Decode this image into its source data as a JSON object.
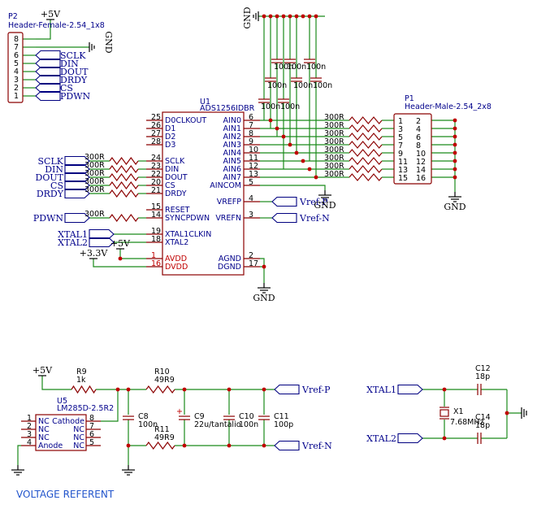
{
  "p2": {
    "ref": "P2",
    "value": "Header-Female-2.54_1x8",
    "pins": [
      "8",
      "7",
      "6",
      "5",
      "4",
      "3",
      "2",
      "1"
    ],
    "labels": [
      "SCLK",
      "DIN",
      "DOUT",
      "DRDY",
      "CS",
      "PDWN"
    ],
    "supply": "+5V",
    "gnd": "GND"
  },
  "u1": {
    "ref": "U1",
    "value": "ADS1256IDBR",
    "left_pins": [
      {
        "num": "25",
        "name": "D0CLKOUT"
      },
      {
        "num": "26",
        "name": "D1"
      },
      {
        "num": "27",
        "name": "D2"
      },
      {
        "num": "28",
        "name": "D3"
      },
      {
        "num": "24",
        "name": "SCLK"
      },
      {
        "num": "23",
        "name": "DIN"
      },
      {
        "num": "22",
        "name": "DOUT"
      },
      {
        "num": "20",
        "name": "CS"
      },
      {
        "num": "21",
        "name": "DRDY"
      },
      {
        "num": "15",
        "name": "RESET"
      },
      {
        "num": "14",
        "name": "SYNCPDWN"
      },
      {
        "num": "19",
        "name": "XTAL1CLKIN"
      },
      {
        "num": "18",
        "name": "XTAL2"
      },
      {
        "num": "1",
        "name": "AVDD"
      },
      {
        "num": "16",
        "name": "DVDD"
      }
    ],
    "right_pins": [
      {
        "num": "6",
        "name": "AIN0"
      },
      {
        "num": "7",
        "name": "AIN1"
      },
      {
        "num": "8",
        "name": "AIN2"
      },
      {
        "num": "9",
        "name": "AIN3"
      },
      {
        "num": "10",
        "name": "AIN4"
      },
      {
        "num": "11",
        "name": "AIN5"
      },
      {
        "num": "12",
        "name": "AIN6"
      },
      {
        "num": "13",
        "name": "AIN7"
      },
      {
        "num": "5",
        "name": "AINCOM"
      },
      {
        "num": "4",
        "name": "VREFP"
      },
      {
        "num": "3",
        "name": "VREFN"
      },
      {
        "num": "2",
        "name": "AGND"
      },
      {
        "num": "17",
        "name": "DGND"
      }
    ]
  },
  "left_nets": [
    "SCLK",
    "DIN",
    "DOUT",
    "CS",
    "DRDY"
  ],
  "pdwn_net": "PDWN",
  "xtal_nets": [
    "XTAL1",
    "XTAL2"
  ],
  "resistor_value": "300R",
  "supply_33": "+3.3V",
  "supply_5": "+5V",
  "vrefp": "Vref-P",
  "vrefn": "Vref-N",
  "gnd": "GND",
  "cap_100n": "100n",
  "p1": {
    "ref": "P1",
    "value": "Header-Male-2.54_2x8",
    "left_nums": [
      "1",
      "3",
      "5",
      "7",
      "9",
      "11",
      "13",
      "15"
    ],
    "right_nums": [
      "2",
      "4",
      "6",
      "8",
      "10",
      "12",
      "14",
      "16"
    ]
  },
  "vref_section": {
    "title": "VOLTAGE REFERENT",
    "r9": {
      "ref": "R9",
      "value": "1k"
    },
    "r10": {
      "ref": "R10",
      "value": "49R9"
    },
    "r11": {
      "ref": "R11",
      "value": "49R9"
    },
    "u5": {
      "ref": "U5",
      "value": "LM285D-2.5R2",
      "left": [
        {
          "num": "1",
          "name": "NC"
        },
        {
          "num": "2",
          "name": "NC"
        },
        {
          "num": "3",
          "name": "NC"
        },
        {
          "num": "4",
          "name": "Anode"
        }
      ],
      "right": [
        {
          "num": "8",
          "name": "Cathode"
        },
        {
          "num": "7",
          "name": "NC"
        },
        {
          "num": "6",
          "name": "NC"
        },
        {
          "num": "5",
          "name": "NC"
        }
      ]
    },
    "c8": {
      "ref": "C8",
      "value": "100n"
    },
    "c9": {
      "ref": "C9",
      "value": "22u/tantalio"
    },
    "c10": {
      "ref": "C10",
      "value": "100n"
    },
    "c11": {
      "ref": "C11",
      "value": "100p"
    }
  },
  "xtal_section": {
    "c12": {
      "ref": "C12",
      "value": "18p"
    },
    "c14": {
      "ref": "C14",
      "value": "18p"
    },
    "x1": {
      "ref": "X1",
      "value": "7.68MHz"
    },
    "net1": "XTAL1",
    "net2": "XTAL2"
  }
}
